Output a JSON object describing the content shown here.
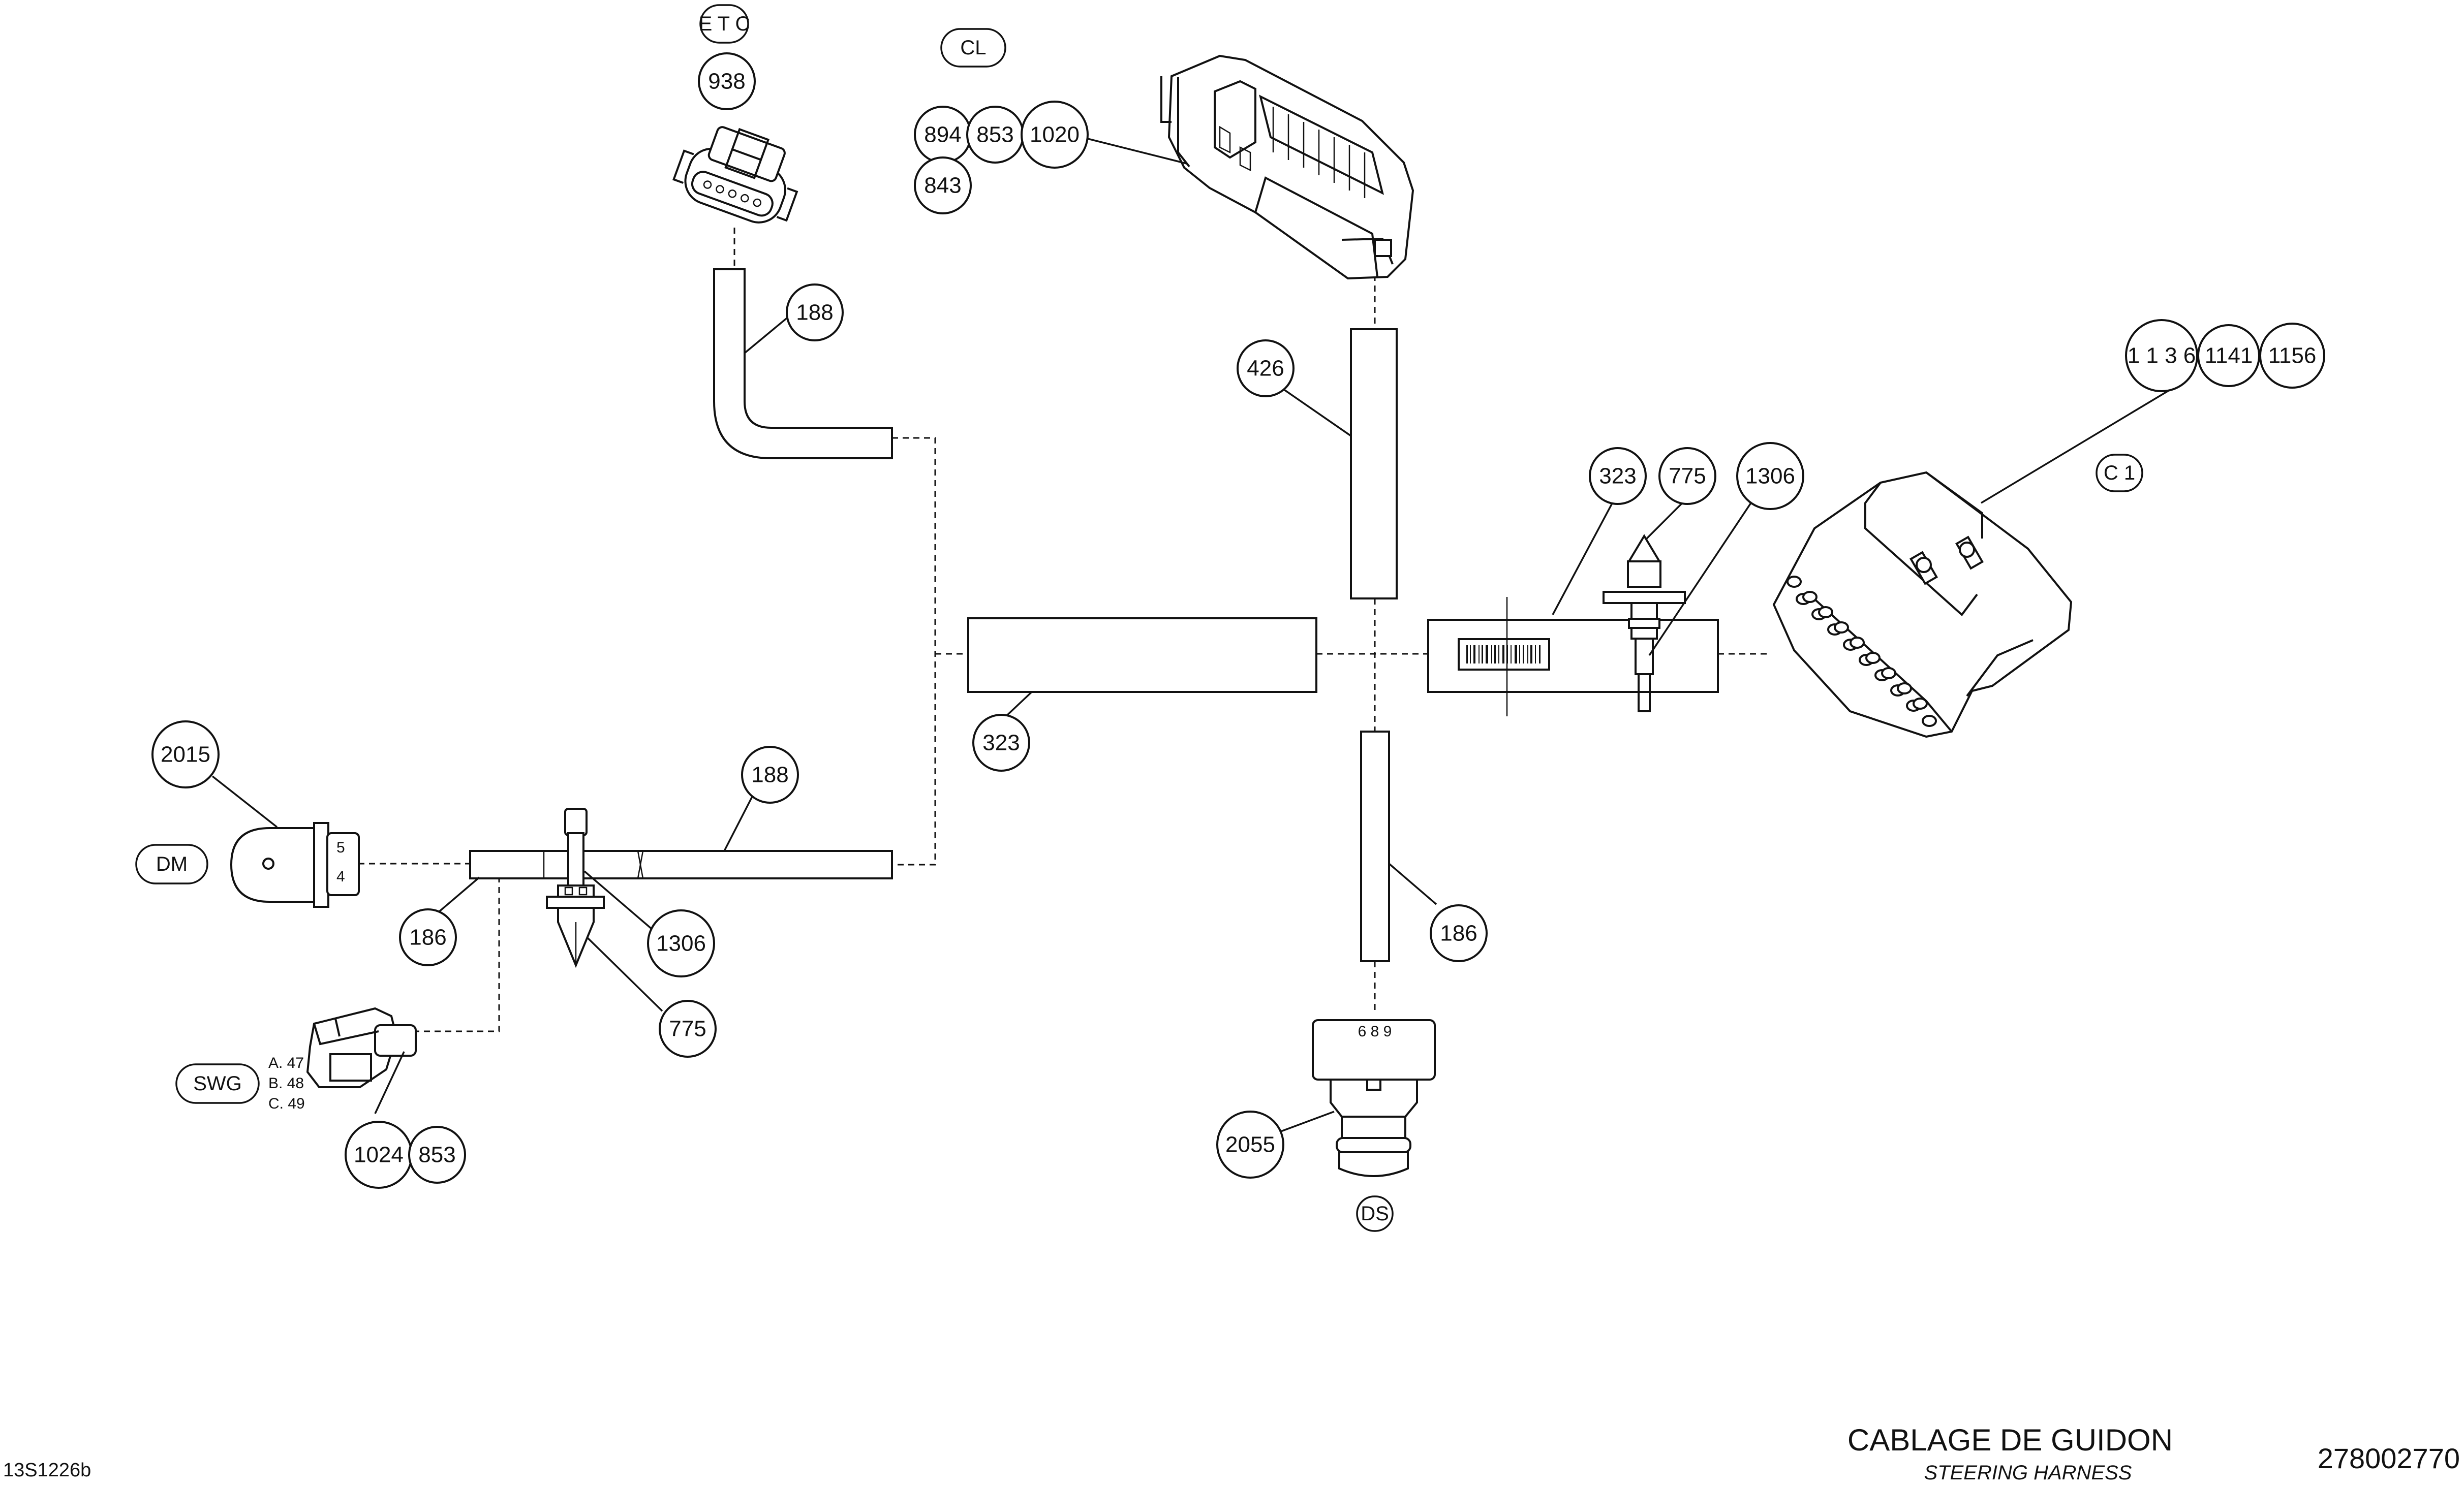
{
  "document": {
    "drawing_code": "13S1226b",
    "title_fr": "CABLAGE DE GUIDON",
    "title_en": "STEERING HARNESS",
    "part_number": "278002770"
  },
  "connectors": {
    "etc": "E T C",
    "cl": "CL",
    "c1": "C 1",
    "dm": "DM",
    "swg": "SWG",
    "ds": "DS"
  },
  "pin_labels": {
    "dm_pin_top": "5",
    "dm_pin_bottom": "4",
    "ds_pins": "6 8 9",
    "swg_a": "A. 47",
    "swg_b": "B. 48",
    "swg_c": "C. 49"
  },
  "callouts": {
    "c938": "938",
    "c188_top": "188",
    "c894": "894",
    "c853_top": "853",
    "c1020": "1020",
    "c843": "843",
    "c426": "426",
    "c323_right": "323",
    "c775_right": "775",
    "c1306_right": "1306",
    "c1136": "1 1 3 6",
    "c1141": "1141",
    "c1156": "1156",
    "c323_center": "323",
    "c2015": "2015",
    "c188_left": "188",
    "c186_left": "186",
    "c1306_left": "1306",
    "c775_left": "775",
    "c1024": "1024",
    "c853_bottom": "853",
    "c186_right": "186",
    "c2055": "2055"
  }
}
